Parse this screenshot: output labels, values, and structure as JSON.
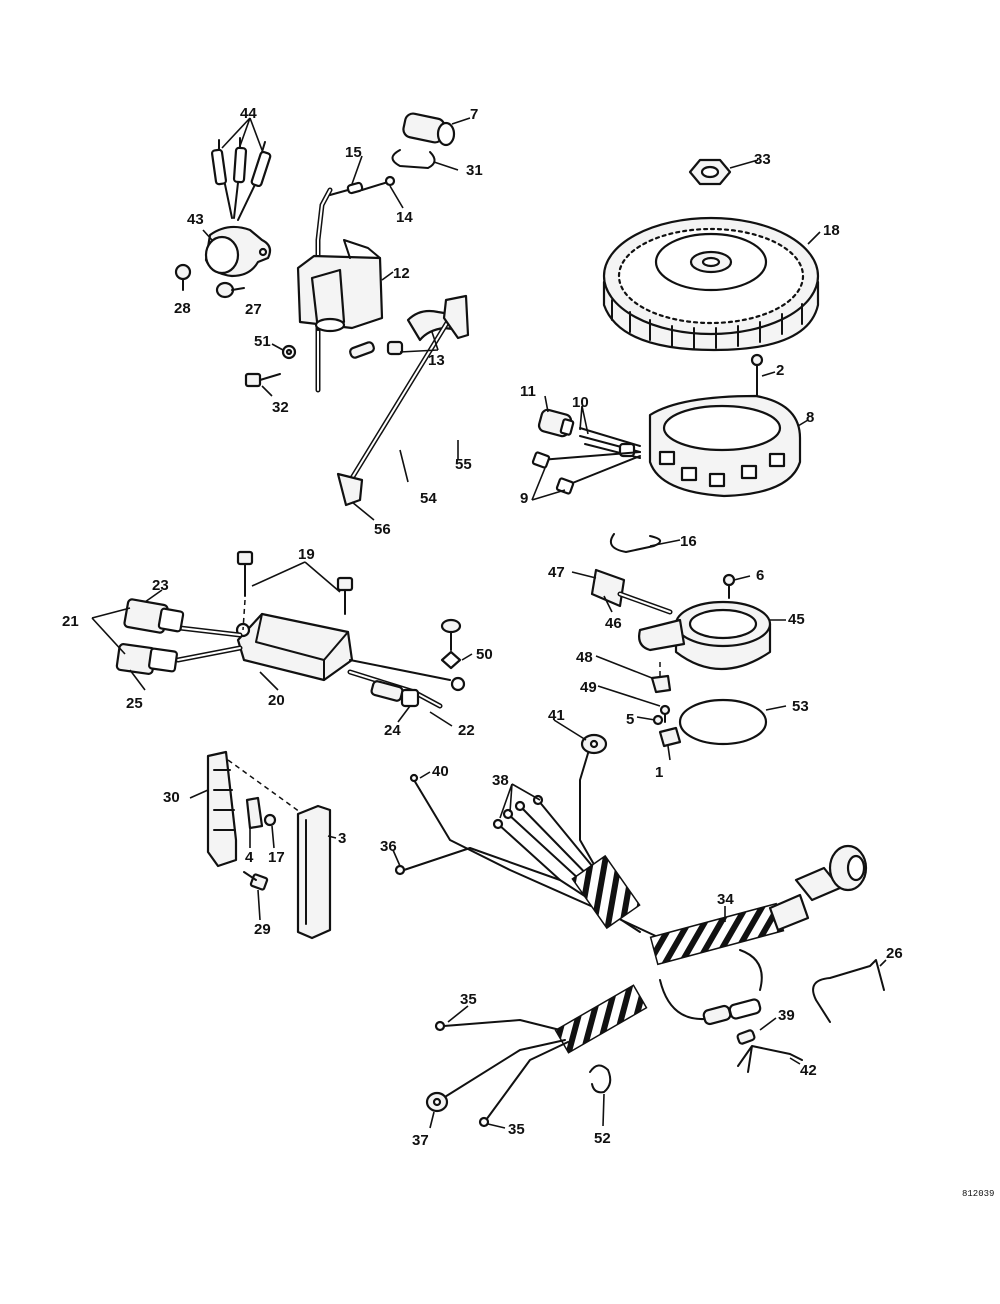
{
  "diagram_code": "812039",
  "callouts": [
    {
      "id": "1",
      "label": "1"
    },
    {
      "id": "2",
      "label": "2"
    },
    {
      "id": "3",
      "label": "3"
    },
    {
      "id": "4",
      "label": "4"
    },
    {
      "id": "5",
      "label": "5"
    },
    {
      "id": "6",
      "label": "6"
    },
    {
      "id": "7",
      "label": "7"
    },
    {
      "id": "8",
      "label": "8"
    },
    {
      "id": "9",
      "label": "9"
    },
    {
      "id": "10",
      "label": "10"
    },
    {
      "id": "11",
      "label": "11"
    },
    {
      "id": "12",
      "label": "12"
    },
    {
      "id": "13",
      "label": "13"
    },
    {
      "id": "14",
      "label": "14"
    },
    {
      "id": "15",
      "label": "15"
    },
    {
      "id": "16",
      "label": "16"
    },
    {
      "id": "17",
      "label": "17"
    },
    {
      "id": "18",
      "label": "18"
    },
    {
      "id": "19",
      "label": "19"
    },
    {
      "id": "20",
      "label": "20"
    },
    {
      "id": "21",
      "label": "21"
    },
    {
      "id": "22",
      "label": "22"
    },
    {
      "id": "23",
      "label": "23"
    },
    {
      "id": "24",
      "label": "24"
    },
    {
      "id": "25",
      "label": "25"
    },
    {
      "id": "26",
      "label": "26"
    },
    {
      "id": "27",
      "label": "27"
    },
    {
      "id": "28",
      "label": "28"
    },
    {
      "id": "29",
      "label": "29"
    },
    {
      "id": "30",
      "label": "30"
    },
    {
      "id": "31",
      "label": "31"
    },
    {
      "id": "32",
      "label": "32"
    },
    {
      "id": "33",
      "label": "33"
    },
    {
      "id": "34",
      "label": "34"
    },
    {
      "id": "35a",
      "label": "35"
    },
    {
      "id": "35b",
      "label": "35"
    },
    {
      "id": "36",
      "label": "36"
    },
    {
      "id": "37",
      "label": "37"
    },
    {
      "id": "38",
      "label": "38"
    },
    {
      "id": "39",
      "label": "39"
    },
    {
      "id": "40",
      "label": "40"
    },
    {
      "id": "41",
      "label": "41"
    },
    {
      "id": "42",
      "label": "42"
    },
    {
      "id": "43",
      "label": "43"
    },
    {
      "id": "44",
      "label": "44"
    },
    {
      "id": "45",
      "label": "45"
    },
    {
      "id": "46",
      "label": "46"
    },
    {
      "id": "47",
      "label": "47"
    },
    {
      "id": "48",
      "label": "48"
    },
    {
      "id": "49",
      "label": "49"
    },
    {
      "id": "50",
      "label": "50"
    },
    {
      "id": "51",
      "label": "51"
    },
    {
      "id": "52",
      "label": "52"
    },
    {
      "id": "53",
      "label": "53"
    },
    {
      "id": "54",
      "label": "54"
    },
    {
      "id": "55",
      "label": "55"
    },
    {
      "id": "56",
      "label": "56"
    }
  ]
}
